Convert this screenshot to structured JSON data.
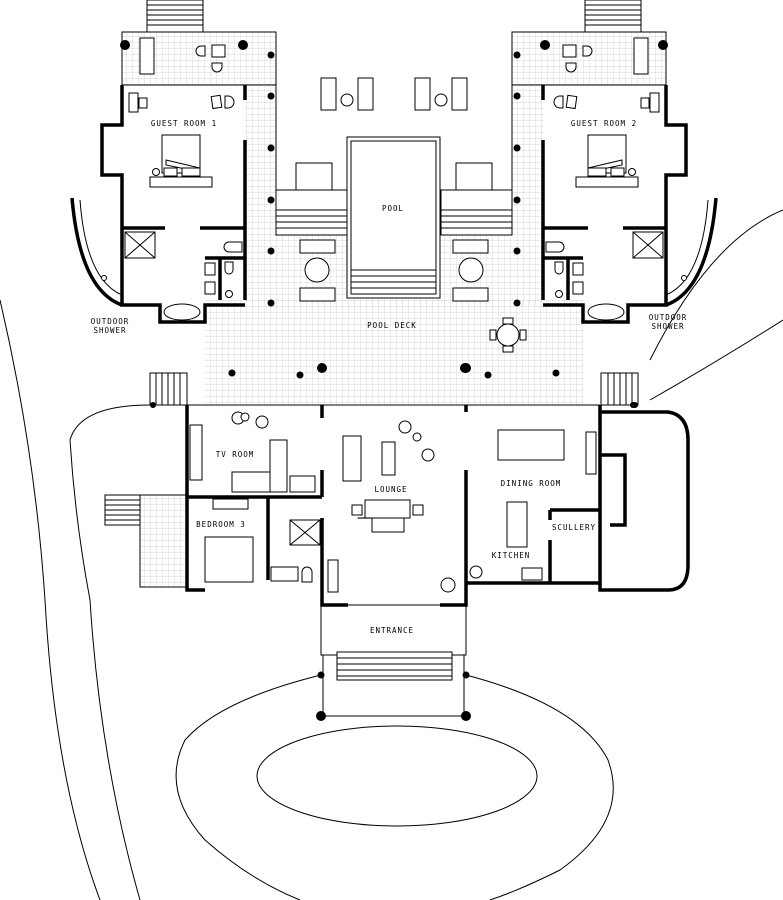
{
  "plan": {
    "rooms": {
      "guest_room_1": "GUEST ROOM 1",
      "guest_room_2": "GUEST ROOM 2",
      "pool": "POOL",
      "pool_deck": "POOL DECK",
      "outdoor_shower_left": [
        "OUTDOOR",
        "SHOWER"
      ],
      "outdoor_shower_right": [
        "OUTDOOR",
        "SHOWER"
      ],
      "tv_room": "TV ROOM",
      "lounge": "LOUNGE",
      "dining_room": "DINING ROOM",
      "bedroom_3": "BEDROOM 3",
      "kitchen": "KITCHEN",
      "scullery": "SCULLERY",
      "entrance": "ENTRANCE"
    },
    "colors": {
      "line": "#000000",
      "grid": "#c8c8c8",
      "background": "#ffffff"
    }
  }
}
